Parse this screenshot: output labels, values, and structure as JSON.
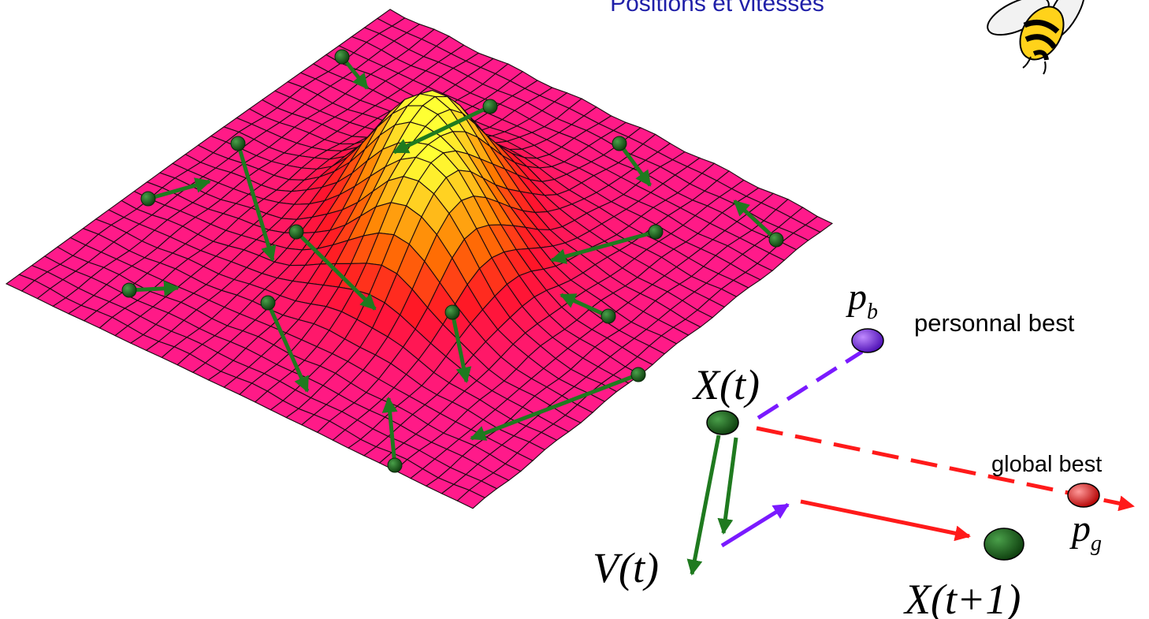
{
  "title": "Positions et vitesses",
  "labels": {
    "personal_best": "personnal best",
    "global_best": "global best",
    "pb_main": "p",
    "pb_sub": "b",
    "pg_main": "p",
    "pg_sub": "g",
    "x_t": "X(t)",
    "v_t": "V(t)",
    "x_t1": "X(t+1)"
  },
  "colors": {
    "surface_base": "#ff1a8c",
    "surface_peak": "#ffff33",
    "particle": "#1b5e1b",
    "velocity_arrow": "#1f7a1f",
    "personal_best": "#7a1aff",
    "global_best": "#ff1a1a",
    "title": "#1f1fa8"
  },
  "icons": {
    "bee": "bee-icon"
  }
}
